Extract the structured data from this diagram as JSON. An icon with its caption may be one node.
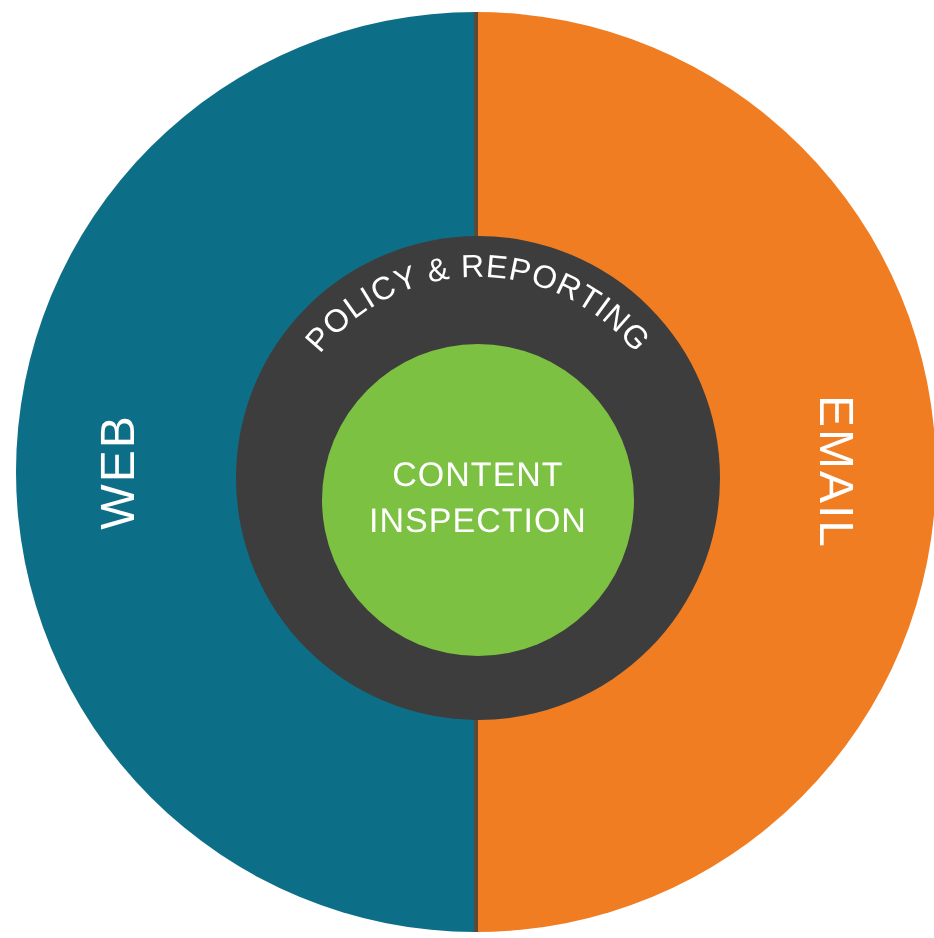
{
  "diagram": {
    "nodes": [
      {
        "text": [
          "WEB"
        ]
      },
      {
        "text": [
          "EMAIL"
        ]
      },
      {
        "text": [
          "POLICY & REPORTING"
        ]
      },
      {
        "text": [
          "CONTENT INSPECTION"
        ],
        "in": 2
      }
    ]
  }
}
